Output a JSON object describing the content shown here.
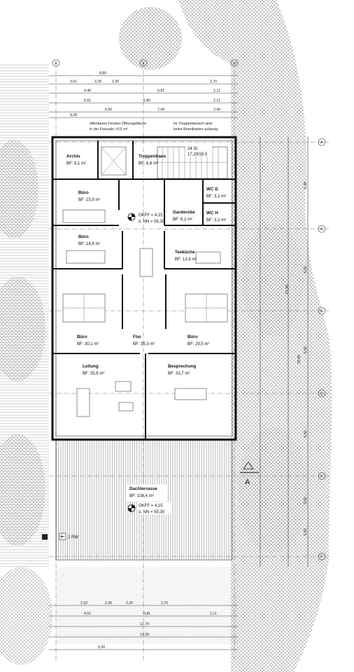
{
  "rooms": {
    "archiv": {
      "name": "Archiv",
      "area": "BF: 9,1 m²"
    },
    "treppenhaus": {
      "name": "Treppenhaus",
      "area": "BF:   6,8 m²"
    },
    "buero1": {
      "name": "Büro",
      "area": "BF: 15,9 m²"
    },
    "wc_d": {
      "name": "WC D",
      "area": "BF: 3,2 m²"
    },
    "garderobe": {
      "name": "Garderobe",
      "area": "BF:  8,2 m²"
    },
    "wc_h": {
      "name": "WC H",
      "area": "BF: 3,2 m²"
    },
    "buero2": {
      "name": "Büro",
      "area": "BF: 14,9 m²"
    },
    "teekueche": {
      "name": "Teeküche",
      "area": "BF: 13,6 m²"
    },
    "buero3": {
      "name": "Büro",
      "area": "BF: 30,1 m²"
    },
    "flur": {
      "name": "Flur",
      "area": "BF: 35,3 m²"
    },
    "buero4": {
      "name": "Büro",
      "area": "BF: 29,5 m²"
    },
    "leitung": {
      "name": "Leitung",
      "area": "BF: 35,8 m²"
    },
    "besprechung": {
      "name": "Besprechung",
      "area": "BF:   33,7 m²"
    },
    "dachterrasse": {
      "name": "Dachterrasse",
      "area": "BF: 108,4 m²"
    }
  },
  "levels": {
    "upper": {
      "okff": "OKFF = 4,15",
      "nn": "ü. NN = 55,30"
    },
    "terrace": {
      "okff": "OKFF = 4,15",
      "nn": "ü. NN = 55,30"
    }
  },
  "notes": {
    "window_1": "öffenbares Fenster Öffnungsfläche",
    "window_2": "in der Fassade >0,5 m²",
    "stair_1": "im Treppenbereich sind",
    "stair_2": "keine Brandlasten zulässig",
    "stair_count": "24 St.",
    "stair_ratio": "17,29/28,5",
    "rw": "2 RW"
  },
  "grid_axes": {
    "letters": [
      "A",
      "B",
      "C",
      "D",
      "E",
      "F"
    ],
    "numbers": [
      "8",
      "9",
      "10"
    ]
  },
  "dims": {
    "top_total": "8,80",
    "top_row1": [
      "3,01",
      "2,26",
      "2,26",
      "2,70"
    ],
    "top_row2": [
      "4,40",
      "6,81",
      "2,11"
    ],
    "top_row3": [
      "5,51",
      "6,80",
      "2,11"
    ],
    "top_row4": [
      "6,50",
      "7,40",
      "2,40"
    ],
    "top_total2": "9,28",
    "right_outer": [
      "6,38",
      "6,00",
      "6,00",
      "6,00",
      "9,00",
      "5,83"
    ],
    "right_total": "39,99",
    "right_mid": "21,99",
    "bottom_row1": [
      "2,52",
      "2,26",
      "2,26",
      "2,70"
    ],
    "bottom_row2": [
      "4,51",
      "6,81",
      "2,11"
    ],
    "bottom_row3": "12,74",
    "bottom_total": "13,28",
    "bottom_total2": "9,30"
  },
  "section": {
    "label": "A"
  }
}
